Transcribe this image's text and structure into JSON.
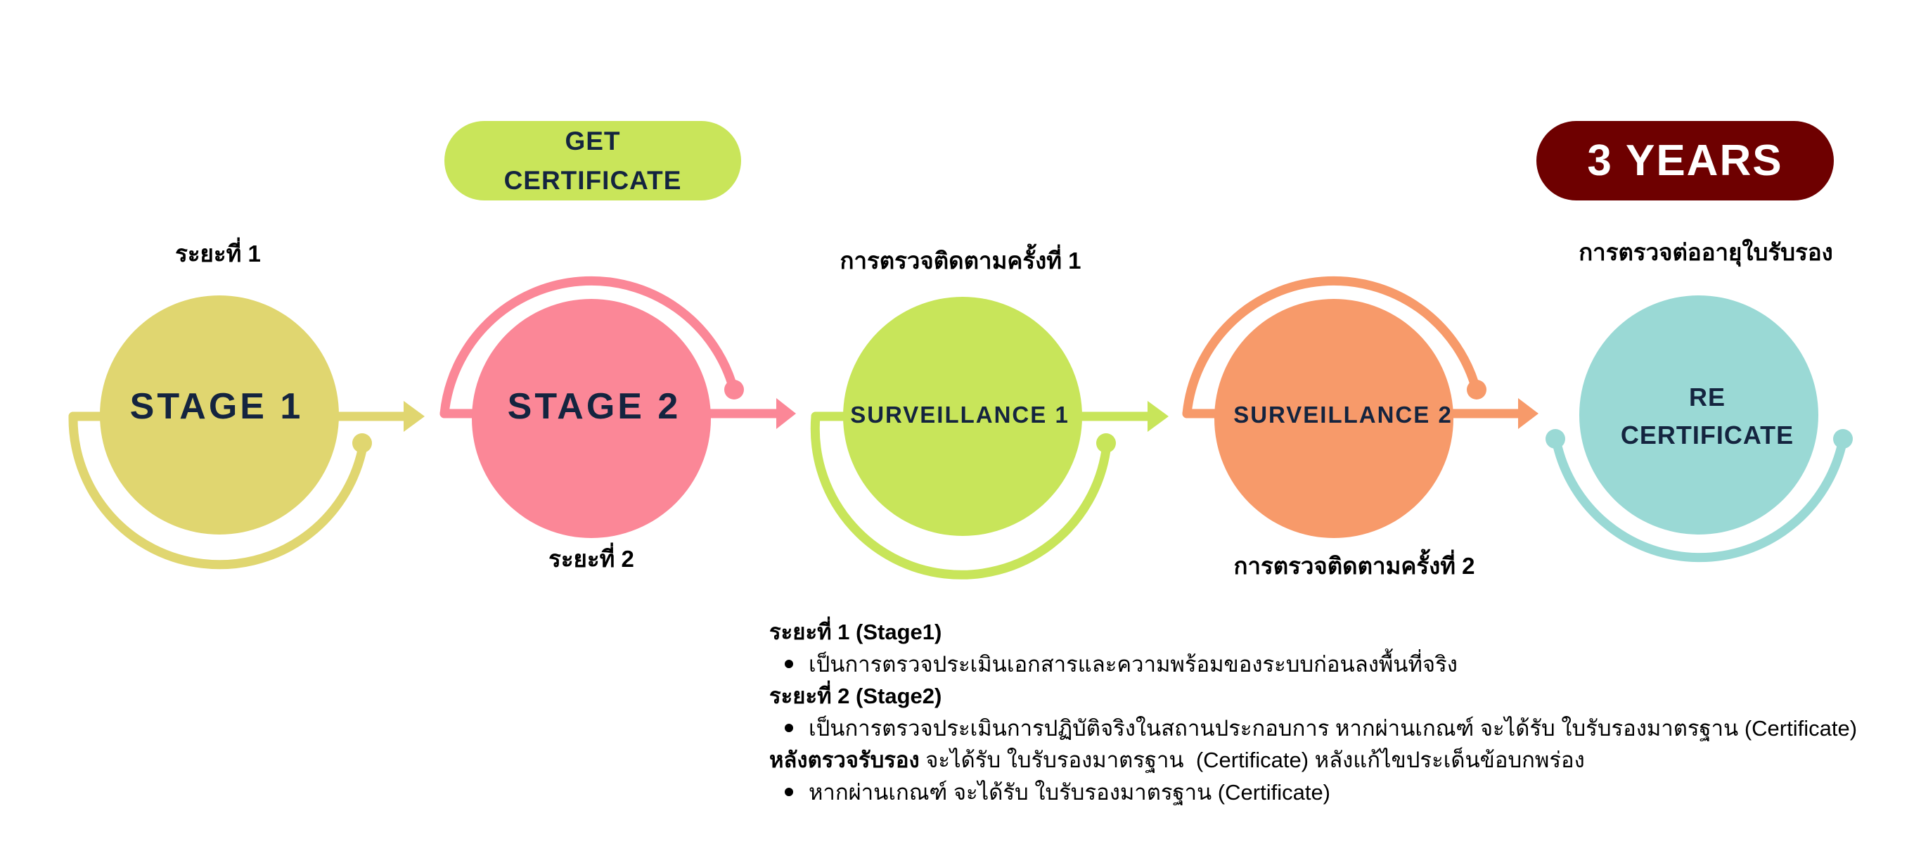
{
  "badges": {
    "get_certificate": {
      "line1": "GET",
      "line2": "CERTIFICATE",
      "color": "#c9e55a"
    },
    "three_years": {
      "label": "3 YEARS",
      "color": "#6e0000"
    }
  },
  "labels": {
    "stage1_top": "ระยะที่ 1",
    "stage2_bottom": "ระยะที่ 2",
    "surveillance1_top": "การตรวจติดตามครั้งที่ 1",
    "surveillance2_bottom": "การตรวจติดตามครั้งที่ 2",
    "recertificate_top": "การตรวจต่ออายุใบรับรอง"
  },
  "steps": [
    {
      "id": "stage1",
      "label": "STAGE 1",
      "color": "#e0d670"
    },
    {
      "id": "stage2",
      "label": "STAGE 2",
      "color": "#fb8797"
    },
    {
      "id": "surveillance1",
      "label": "SURVEILLANCE 1",
      "color": "#c8e55a"
    },
    {
      "id": "surveillance2",
      "label": "SURVEILLANCE 2",
      "color": "#f79a6a"
    },
    {
      "id": "recertificate",
      "line1": "RE",
      "line2": "CERTIFICATE",
      "color": "#9ad9d5"
    }
  ],
  "notes": {
    "h1": "ระยะที่ 1 (Stage1)",
    "b1": "เป็นการตรวจประเมินเอกสารและความพร้อมของระบบก่อนลงพื้นที่จริง",
    "h2": "ระยะที่ 2 (Stage2)",
    "b2": "เป็นการตรวจประเมินการปฏิบัติจริงในสถานประกอบการ หากผ่านเกณฑ์ จะได้รับ ใบรับรองมาตรฐาน (Certificate)",
    "h3_bold": "หลังตรวจรับรอง",
    "h3_rest": " จะได้รับ ใบรับรองมาตรฐาน  (Certificate) หลังแก้ไขประเด็นข้อบกพร่อง",
    "b3": "หากผ่านเกณฑ์ จะได้รับ ใบรับรองมาตรฐาน (Certificate)"
  },
  "text_color": "#14243f"
}
